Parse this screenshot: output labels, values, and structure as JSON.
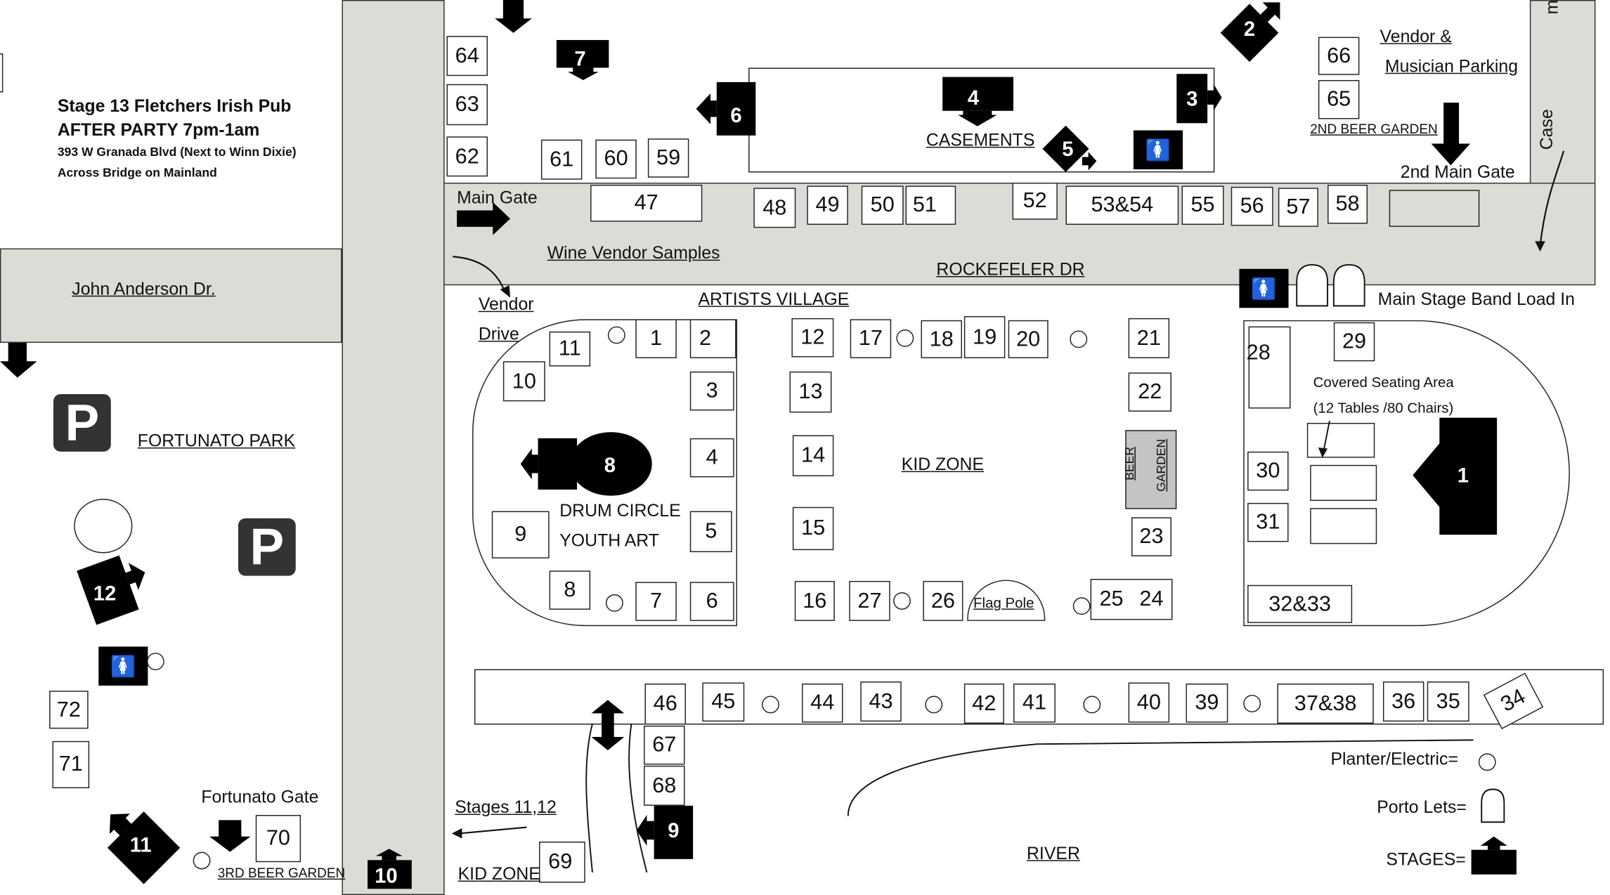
{
  "afterparty": {
    "line1": "Stage 13 Fletchers Irish Pub",
    "line2": "AFTER PARTY 7pm-1am",
    "line3": "393 W Granada Blvd  (Next to Winn Dixie)",
    "line4": "Across Bridge on Mainland"
  },
  "streets": {
    "john_anderson": "John Anderson Dr.",
    "rockefeler": "ROCKEFELER DR",
    "vendor_drive_1": "Vendor",
    "vendor_drive_2": "Drive",
    "case": "Case",
    "top_right_char": "m"
  },
  "labels": {
    "fortunato_park": "FORTUNATO PARK",
    "fortunato_gate": "Fortunato Gate",
    "beer_garden_3": "3RD BEER GARDEN",
    "beer_garden_2": "2ND BEER GARDEN",
    "beer_v1": "BEER",
    "beer_v2": "GARDEN",
    "main_gate": "Main Gate",
    "second_main_gate": "2nd Main Gate",
    "wine_vendor": "Wine Vendor Samples",
    "artists_village": "ARTISTS VILLAGE",
    "kid_zone_center": "KID ZONE",
    "kid_zone_bottom": "KID ZONE",
    "drum_circle": "DRUM CIRCLE",
    "youth_art": "YOUTH ART",
    "casements": "CASEMENTS",
    "vendor_parking_1": "Vendor &",
    "vendor_parking_2": "Musician Parking",
    "band_load_in": "Main Stage Band Load In",
    "covered_1": "Covered Seating Area",
    "covered_2": "(12 Tables /80 Chairs)",
    "flag_pole": "Flag Pole",
    "stages_11_12": "Stages 11,12",
    "river": "RIVER",
    "parking_symbol": "P"
  },
  "legend": {
    "planter": "Planter/Electric=",
    "porto": "Porto Lets=",
    "stages": "STAGES="
  },
  "stages": [
    "1",
    "2",
    "3",
    "4",
    "5",
    "6",
    "7",
    "8",
    "9",
    "10",
    "11",
    "12"
  ],
  "booths": [
    "1",
    "2",
    "3",
    "4",
    "5",
    "6",
    "7",
    "8",
    "9",
    "10",
    "11",
    "12",
    "13",
    "14",
    "15",
    "16",
    "17",
    "18",
    "19",
    "20",
    "21",
    "22",
    "23",
    "24",
    "25",
    "26",
    "27",
    "28",
    "29",
    "30",
    "31",
    "32&33",
    "34",
    "35",
    "36",
    "37&38",
    "39",
    "40",
    "41",
    "42",
    "43",
    "44",
    "45",
    "46",
    "47",
    "48",
    "49",
    "50",
    "51",
    "52",
    "53&54",
    "55",
    "56",
    "57",
    "58",
    "59",
    "60",
    "61",
    "62",
    "63",
    "64",
    "65",
    "66",
    "67",
    "68",
    "69",
    "70",
    "71",
    "72"
  ],
  "colors": {
    "road": "#dcdcd6",
    "beer_garden": "#c4c4c4",
    "stage": "#000000",
    "parking": "#333333"
  }
}
